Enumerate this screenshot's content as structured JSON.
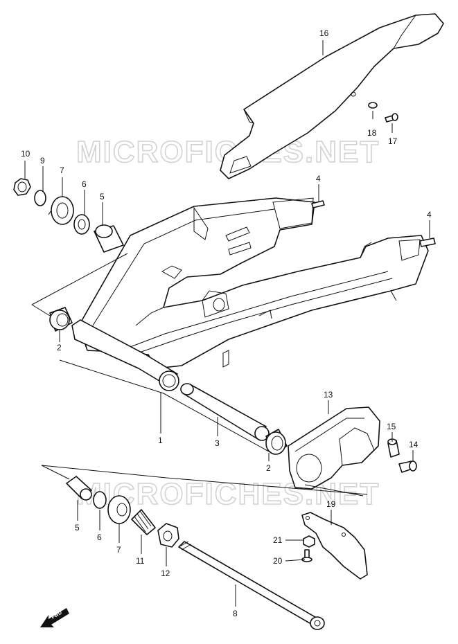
{
  "watermark": "MICROFICHES.NET",
  "fwd_label": "FWD",
  "callouts": [
    {
      "id": "c16",
      "label": "16"
    },
    {
      "id": "c17",
      "label": "17"
    },
    {
      "id": "c18",
      "label": "18"
    },
    {
      "id": "c10",
      "label": "10"
    },
    {
      "id": "c9",
      "label": "9"
    },
    {
      "id": "c7a",
      "label": "7"
    },
    {
      "id": "c6a",
      "label": "6"
    },
    {
      "id": "c5a",
      "label": "5"
    },
    {
      "id": "c4a",
      "label": "4"
    },
    {
      "id": "c4b",
      "label": "4"
    },
    {
      "id": "c2a",
      "label": "2"
    },
    {
      "id": "c1",
      "label": "1"
    },
    {
      "id": "c3",
      "label": "3"
    },
    {
      "id": "c2b",
      "label": "2"
    },
    {
      "id": "c13",
      "label": "13"
    },
    {
      "id": "c15",
      "label": "15"
    },
    {
      "id": "c14",
      "label": "14"
    },
    {
      "id": "c19",
      "label": "19"
    },
    {
      "id": "c21",
      "label": "21"
    },
    {
      "id": "c20",
      "label": "20"
    },
    {
      "id": "c5b",
      "label": "5"
    },
    {
      "id": "c6b",
      "label": "6"
    },
    {
      "id": "c7b",
      "label": "7"
    },
    {
      "id": "c11",
      "label": "11"
    },
    {
      "id": "c12",
      "label": "12"
    },
    {
      "id": "c8",
      "label": "8"
    }
  ]
}
